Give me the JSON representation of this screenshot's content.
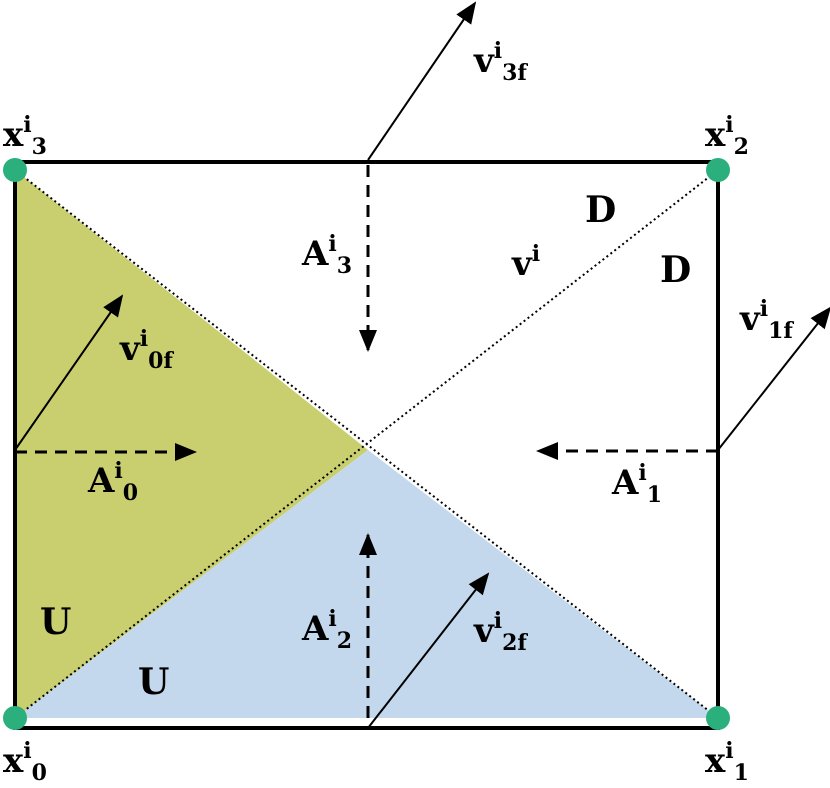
{
  "colors": {
    "background": "#ffffff",
    "stroke": "#000000",
    "left_region_fill": "#c9cf6e",
    "bottom_region_fill": "#c3d8ec",
    "node_fill": "#2aaf7d"
  },
  "labels": {
    "x3": {
      "base": "x",
      "sup": "i",
      "sub": "3"
    },
    "x2": {
      "base": "x",
      "sup": "i",
      "sub": "2"
    },
    "x0": {
      "base": "x",
      "sup": "i",
      "sub": "0"
    },
    "x1": {
      "base": "x",
      "sup": "i",
      "sub": "1"
    },
    "v3f": {
      "base": "v",
      "sup": "i",
      "sub": "3f"
    },
    "v0f": {
      "base": "v",
      "sup": "i",
      "sub": "0f"
    },
    "v1f": {
      "base": "v",
      "sup": "i",
      "sub": "1f"
    },
    "v2f": {
      "base": "v",
      "sup": "i",
      "sub": "2f"
    },
    "vi": {
      "base": "v",
      "sup": "i"
    },
    "A3": {
      "base": "A",
      "sup": "i",
      "sub": "3"
    },
    "A0": {
      "base": "A",
      "sup": "i",
      "sub": "0"
    },
    "A1": {
      "base": "A",
      "sup": "i",
      "sub": "1"
    },
    "A2": {
      "base": "A",
      "sup": "i",
      "sub": "2"
    },
    "D_top": "D",
    "D_right": "D",
    "U_left": "U",
    "U_bottom": "U"
  }
}
